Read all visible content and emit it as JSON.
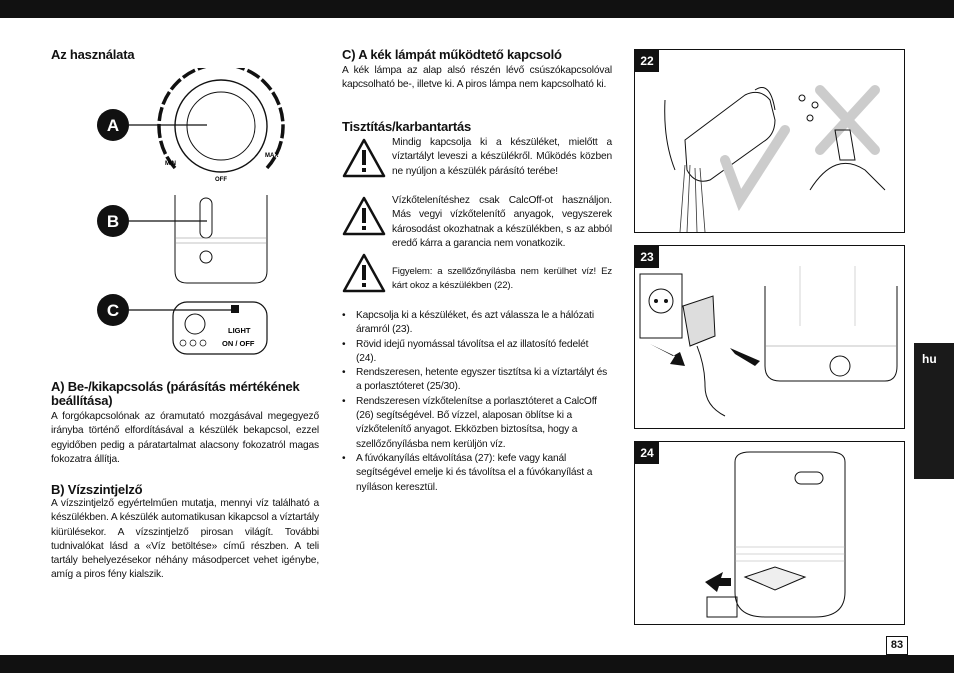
{
  "left": {
    "heading_usage": "Az használata",
    "badge_a": "A",
    "badge_b": "B",
    "badge_c": "C",
    "knob_min": "MIN",
    "knob_max": "MAX",
    "knob_off": "OFF",
    "light_label": "LIGHT",
    "light_onoff": "ON / OFF",
    "heading_a": "A) Be-/kikapcsolás (párásítás mértékének beállítása)",
    "text_a": "A forgókapcsolónak az óramutató mozgásával megegyező irányba történő elfordításával a készülék bekapcsol, ezzel egyidőben pedig a páratartalmat alacsony fokozatról magas fokozatra állítja.",
    "heading_b": "B) Vízszintjelző",
    "text_b": "A vízszintjelző egyértelműen mutatja, mennyi víz található a készülékben. A készülék automatikusan kikapcsol a víztartály kiürülésekor. A vízszintjelző pirosan világít. További tudnivalókat lásd a «Víz betöltése» című részben. A teli tartály behelyezésekor néhány másodpercet vehet igénybe, amíg a piros fény kialszik."
  },
  "middle": {
    "heading_c": "C) A kék lámpát működtető kapcsoló",
    "text_c": "A kék lámpa az alap alsó részén lévő csúszókapcsolóval kapcsolható be-, illetve ki. A piros lámpa nem kapcsolható ki.",
    "heading_clean": "Tisztítás/karbantartás",
    "warn1": "Mindig kapcsolja ki a készüléket, mielőtt a víztartályt leveszi a készülékről. Működés közben ne nyúljon a készülék párásító terébe!",
    "warn2": "Vízkőtelenítéshez csak CalcOff-ot használjon. Más vegyi vízkőtelenítő anyagok, vegyszerek károsodást okozhatnak a készülékben, s az abból eredő kárra a garancia nem vonatkozik.",
    "warn3": "Figyelem: a szellőzőnyílásba nem kerülhet víz! Ez kárt okoz a készülékben (22).",
    "bullets": [
      "Kapcsolja ki a készüléket, és azt válassza le a hálózati áramról (23).",
      "Rövid idejű nyomással távolítsa el az illatosító fedelét (24).",
      "Rendszeresen, hetente egyszer tisztítsa ki a víztartályt és a porlasztóteret (25/30).",
      "Rendszeresen vízkőtelenítse a porlasztóteret a CalcOff (26) segítségével. Bő vízzel, alaposan öblítse ki a vízkőtelenítő anyagot. Ekközben biztosítsa, hogy a szellőzőnyílásba nem kerüljön víz.",
      "A fúvókanyílás eltávolítása (27): kefe vagy kanál segítségével emelje ki és távolítsa el a fúvókanyílást a nyíláson keresztül."
    ]
  },
  "figures": {
    "fig22": "22",
    "fig23": "23",
    "fig24": "24"
  },
  "page": {
    "lang": "hu",
    "number": "83"
  }
}
